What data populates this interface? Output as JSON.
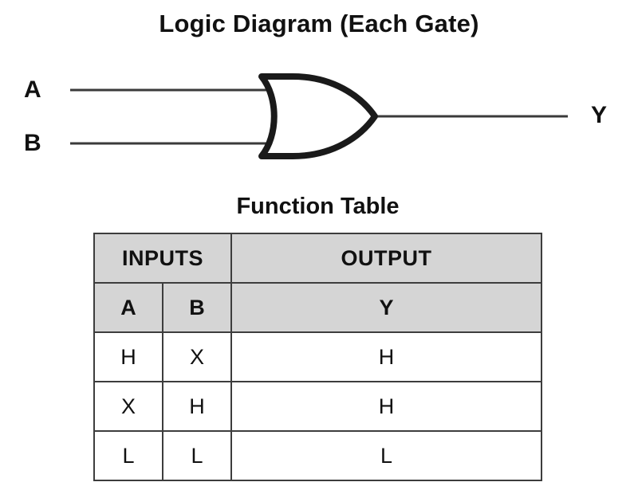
{
  "diagram": {
    "title": "Logic Diagram (Each Gate)",
    "gate_type": "OR",
    "inputs": [
      {
        "label": "A"
      },
      {
        "label": "B"
      }
    ],
    "output": {
      "label": "Y"
    }
  },
  "function_table": {
    "title": "Function Table",
    "group_headers": [
      {
        "label": "INPUTS",
        "span": 2
      },
      {
        "label": "OUTPUT",
        "span": 1
      }
    ],
    "column_headers": [
      "A",
      "B",
      "Y"
    ],
    "rows": [
      {
        "a": "H",
        "b": "X",
        "y": "H"
      },
      {
        "a": "X",
        "b": "H",
        "y": "H"
      },
      {
        "a": "L",
        "b": "L",
        "y": "L"
      }
    ]
  },
  "colors": {
    "header_fill": "#d5d5d5",
    "border": "#3d3d3d",
    "text": "#111111",
    "background": "#ffffff",
    "wire": "#3a3a3a"
  }
}
